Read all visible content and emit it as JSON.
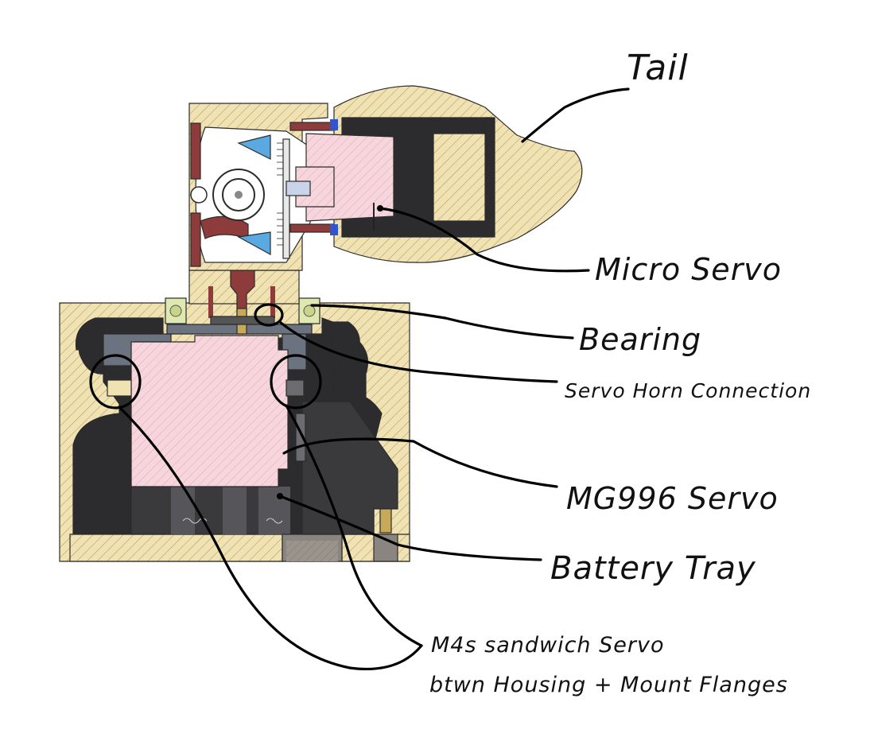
{
  "labels": {
    "tail": "Tail",
    "micro_servo": "Micro Servo",
    "bearing": "Bearing",
    "servo_horn_connection": "Servo Horn Connection",
    "mg996_servo": "MG996 Servo",
    "battery_tray": "Battery Tray",
    "m4s_sandwich_line1": "M4s sandwich Servo",
    "m4s_sandwich_line2": "btwn Housing + Mount Flanges"
  },
  "colors": {
    "housing_fill": "#f0e2b2",
    "hatch": "#b09a5e",
    "servo_pink": "#f6d6dc",
    "servo_hatch": "#d49aa4",
    "dark_part": "#2c2c2e",
    "maroon_part": "#8e3b3b",
    "blue_part": "#5aa9e0",
    "bearing_green": "#dfe8b0",
    "slate_part": "#6c7380",
    "battery_grey": "#8a8580",
    "line": "#000000"
  }
}
